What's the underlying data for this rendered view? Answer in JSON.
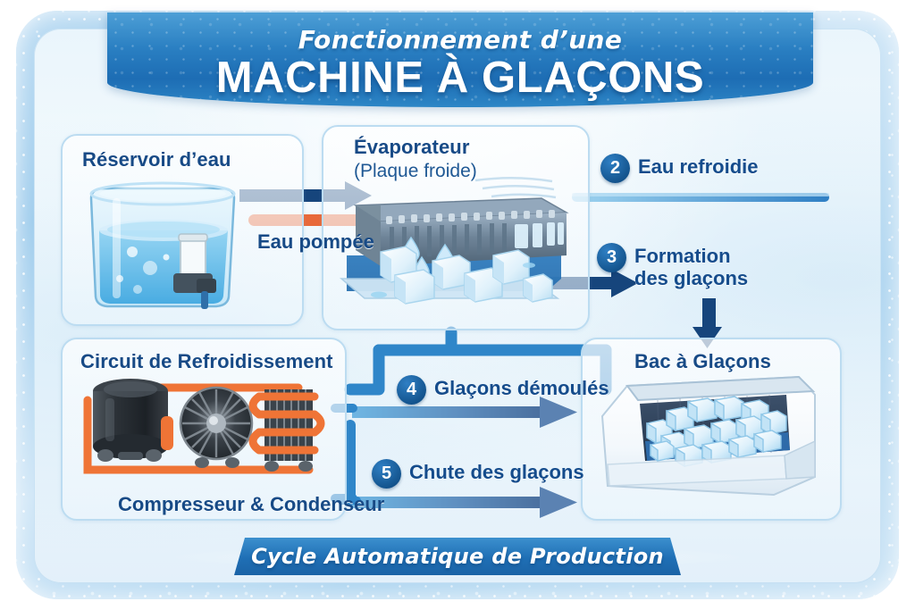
{
  "header": {
    "subtitle": "Fonctionnement d’une",
    "title": "MACHINE À GLAÇONS"
  },
  "cards": {
    "reservoir": {
      "title": "Réservoir d’eau"
    },
    "evaporator": {
      "title": "Évaporateur",
      "subtitle": "(Plaque froide)"
    },
    "cooling": {
      "title": "Circuit de Refroidissement",
      "caption": "Compresseur & Condenseur"
    },
    "bin": {
      "title": "Bac à Glaçons"
    }
  },
  "flow_labels": {
    "pumped_water": "Eau pompée"
  },
  "steps": [
    {
      "number": "2",
      "label": "Eau refroidie"
    },
    {
      "number": "3",
      "label": "Formation\ndes glaçons"
    },
    {
      "number": "4",
      "label": "Glaçons démoulés"
    },
    {
      "number": "5",
      "label": "Chute des glaçons"
    }
  ],
  "footer": {
    "banner": "Cycle Automatique de Production"
  },
  "colors": {
    "deep_blue": "#14558f",
    "mid_blue": "#2a7fc2",
    "light_blue": "#7fc0e8",
    "orange_pipe": "#ef7436",
    "ice_white": "#eaf6fd",
    "frost_bg": "#bcdcf3"
  },
  "illustration_names": {
    "reservoir": "water-tank-with-pump",
    "evaporator": "cold-plate-with-ice-cubes",
    "cooling": "compressor-fan-condenser-coils",
    "bin": "ice-storage-bin-full-of-cubes"
  }
}
